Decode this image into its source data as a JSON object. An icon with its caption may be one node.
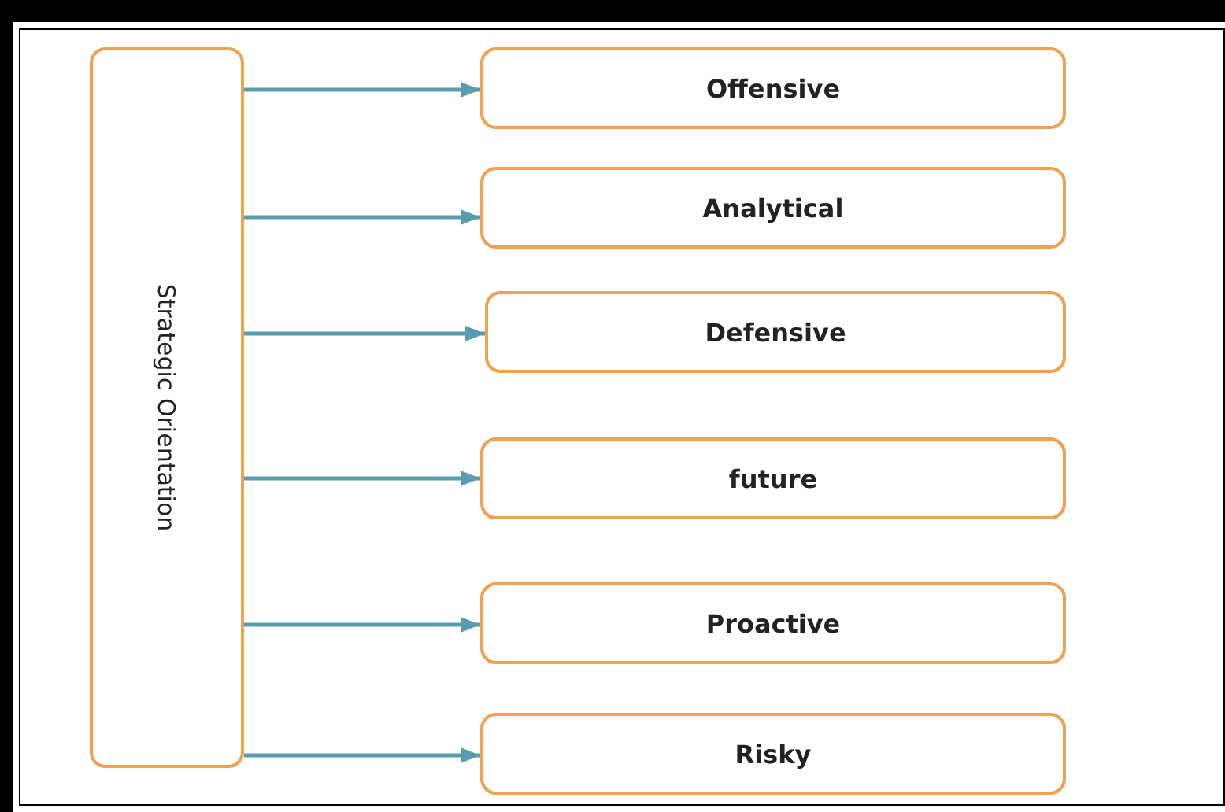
{
  "diagram": {
    "nodes": [
      {
        "text": [
          "Strategic Orientation"
        ]
      },
      {
        "text": [
          "Offensive"
        ]
      },
      {
        "text": [
          "Analytical"
        ]
      },
      {
        "text": [
          "Defensive"
        ]
      },
      {
        "text": [
          "future"
        ]
      },
      {
        "text": [
          "Proactive"
        ]
      },
      {
        "text": [
          "Risky"
        ]
      }
    ],
    "edges": [
      {
        "from": 0,
        "to": 1,
        "arrow": "to"
      },
      {
        "from": 0,
        "to": 2,
        "arrow": "to"
      },
      {
        "from": 0,
        "to": 3,
        "arrow": "to"
      },
      {
        "from": 0,
        "to": 4,
        "arrow": "to"
      },
      {
        "from": 0,
        "to": 5,
        "arrow": "to"
      },
      {
        "from": 0,
        "to": 6,
        "arrow": "to"
      }
    ]
  }
}
